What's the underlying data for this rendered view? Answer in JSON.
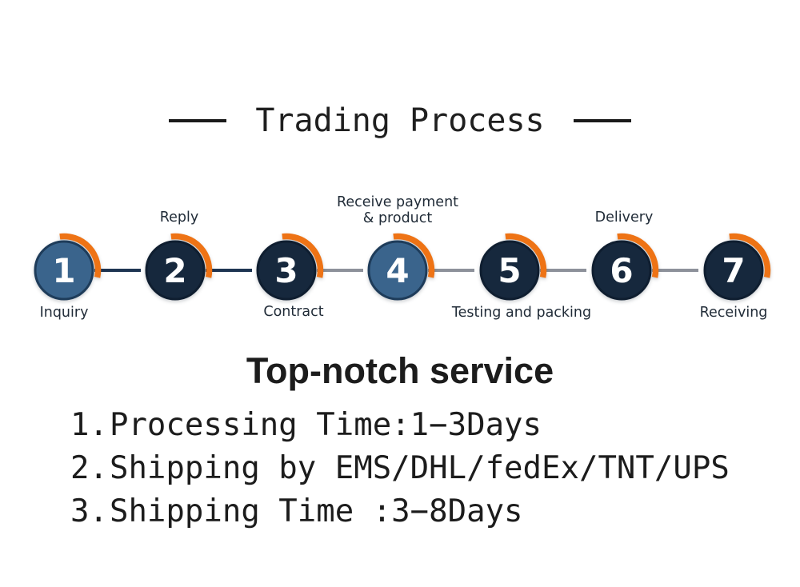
{
  "title": {
    "text": "Trading Process"
  },
  "process": {
    "steps": [
      {
        "number": "1",
        "label": "Inquiry",
        "label_position": "below",
        "style": "light"
      },
      {
        "number": "2",
        "label": "Reply",
        "label_position": "above",
        "style": "dark"
      },
      {
        "number": "3",
        "label": "Contract",
        "label_position": "below",
        "style": "dark"
      },
      {
        "number": "4",
        "label": "Receive payment\n& product",
        "label_position": "above",
        "style": "light"
      },
      {
        "number": "5",
        "label": "Testing and packing",
        "label_position": "below",
        "style": "dark"
      },
      {
        "number": "6",
        "label": "Delivery",
        "label_position": "above",
        "style": "dark"
      },
      {
        "number": "7",
        "label": "Receiving",
        "label_position": "below",
        "style": "dark"
      }
    ]
  },
  "service": {
    "heading": "Top-notch service",
    "items": [
      {
        "prefix": "1.",
        "text": "Processing Time:1−3Days"
      },
      {
        "prefix": "2.",
        "text": "Shipping by EMS/DHL/fedEx/TNT/UPS"
      },
      {
        "prefix": "3.",
        "text": "Shipping Time :3−8Days"
      }
    ]
  },
  "colors": {
    "accent_orange": "#ee7315",
    "node_dark_fill": "#16283d",
    "node_light_fill": "#3a648c",
    "connector_navy": "#1e3552",
    "connector_gray": "#8d919a",
    "node_number": "#ffffff",
    "text_dark": "#1c1c1c"
  }
}
